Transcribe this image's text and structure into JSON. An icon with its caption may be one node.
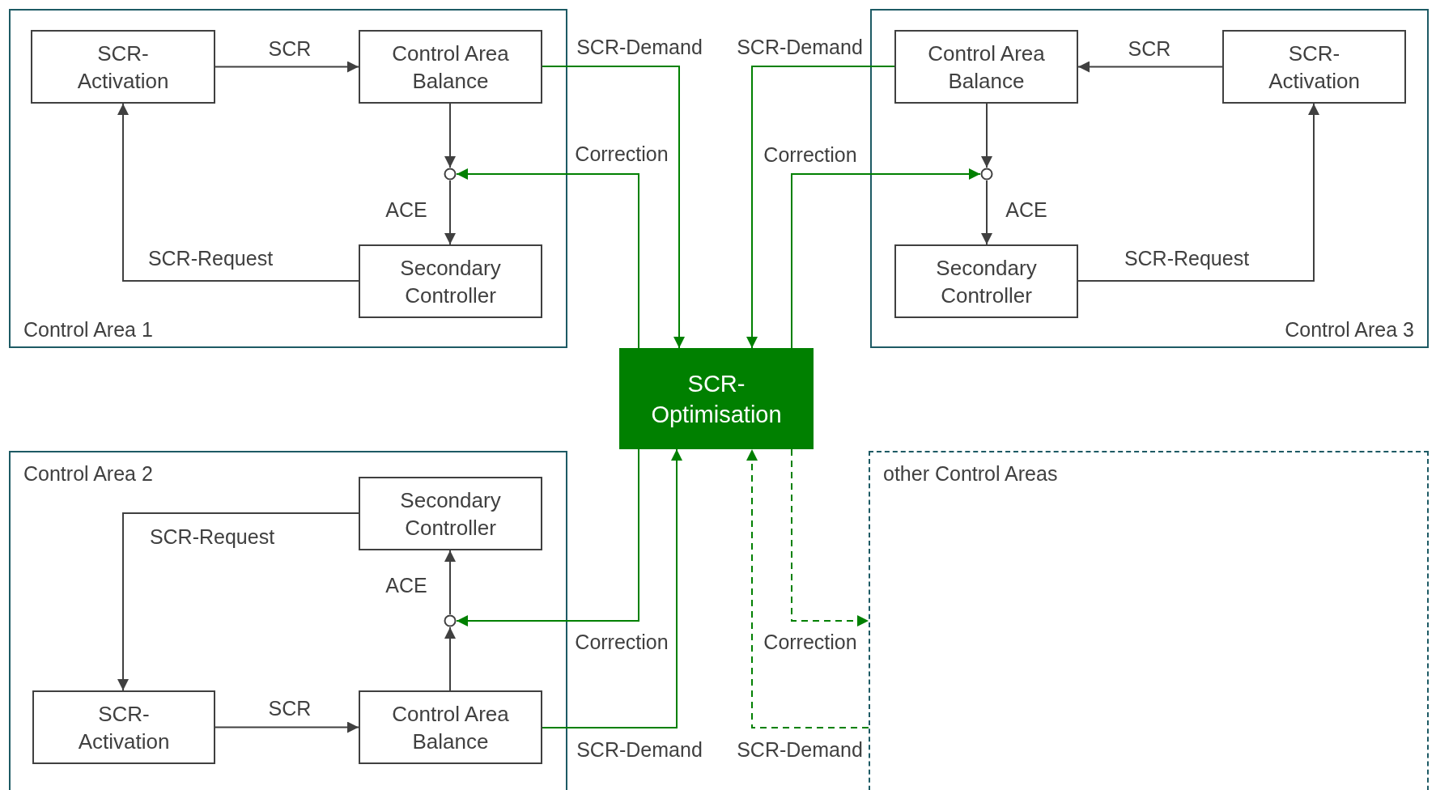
{
  "diagram": {
    "nodes": [
      {
        "text": [
          "Control Area 1"
        ]
      },
      {
        "text": [
          "SCR- Activation"
        ],
        "in": 0
      },
      {
        "text": [
          "Control Area Balance"
        ],
        "in": 0
      },
      {
        "text": [],
        "shape": "circle",
        "in": 0
      },
      {
        "text": [
          "Secondary Controller"
        ],
        "in": 0
      },
      {
        "text": [
          "Control Area 3"
        ]
      },
      {
        "text": [
          "Control Area Balance"
        ],
        "in": 5
      },
      {
        "text": [
          "SCR- Activation"
        ],
        "in": 5
      },
      {
        "text": [],
        "shape": "circle",
        "in": 5
      },
      {
        "text": [
          "Secondary Controller"
        ],
        "in": 5
      },
      {
        "text": [
          "SCR- Optimisation"
        ]
      },
      {
        "text": [
          "Control Area 2"
        ]
      },
      {
        "text": [
          "Secondary Controller"
        ],
        "in": 11
      },
      {
        "text": [],
        "shape": "circle",
        "in": 11
      },
      {
        "text": [
          "SCR- Activation"
        ],
        "in": 11
      },
      {
        "text": [
          "Control Area Balance"
        ],
        "in": 11
      },
      {
        "text": [
          "other Control Areas"
        ]
      }
    ],
    "edges": [
      {
        "from": 1,
        "to": 2,
        "arrow": "to",
        "label": "SCR"
      },
      {
        "from": 2,
        "to": 3,
        "arrow": "to"
      },
      {
        "from": 3,
        "to": 4,
        "arrow": "to",
        "label": "ACE"
      },
      {
        "from": 4,
        "to": 1,
        "arrow": "to",
        "label": "SCR-Request"
      },
      {
        "from": 2,
        "to": 10,
        "arrow": "to",
        "label": "SCR-Demand",
        "color": "#008000"
      },
      {
        "from": 10,
        "to": 3,
        "arrow": "to",
        "label": "Correction",
        "color": "#008000"
      },
      {
        "from": 7,
        "to": 6,
        "arrow": "to",
        "label": "SCR"
      },
      {
        "from": 6,
        "to": 8,
        "arrow": "to"
      },
      {
        "from": 8,
        "to": 9,
        "arrow": "to",
        "label": "ACE"
      },
      {
        "from": 9,
        "to": 7,
        "arrow": "to",
        "label": "SCR-Request"
      },
      {
        "from": 6,
        "to": 10,
        "arrow": "to",
        "label": "SCR-Demand",
        "color": "#008000"
      },
      {
        "from": 10,
        "to": 8,
        "arrow": "to",
        "label": "Correction",
        "color": "#008000"
      },
      {
        "from": 15,
        "to": 13,
        "arrow": "to"
      },
      {
        "from": 13,
        "to": 12,
        "arrow": "to",
        "label": "ACE"
      },
      {
        "from": 12,
        "to": 14,
        "arrow": "to",
        "label": "SCR-Request"
      },
      {
        "from": 14,
        "to": 15,
        "arrow": "to",
        "label": "SCR"
      },
      {
        "from": 10,
        "to": 13,
        "arrow": "to",
        "label": "Correction",
        "color": "#008000"
      },
      {
        "from": 15,
        "to": 10,
        "arrow": "to",
        "label": "SCR-Demand",
        "color": "#008000"
      },
      {
        "from": 10,
        "to": 16,
        "arrow": "to",
        "label": "Correction",
        "color": "#008000",
        "style": "dashed"
      },
      {
        "from": 16,
        "to": 10,
        "arrow": "to",
        "label": "SCR-Demand",
        "color": "#008000",
        "style": "dashed"
      }
    ]
  }
}
